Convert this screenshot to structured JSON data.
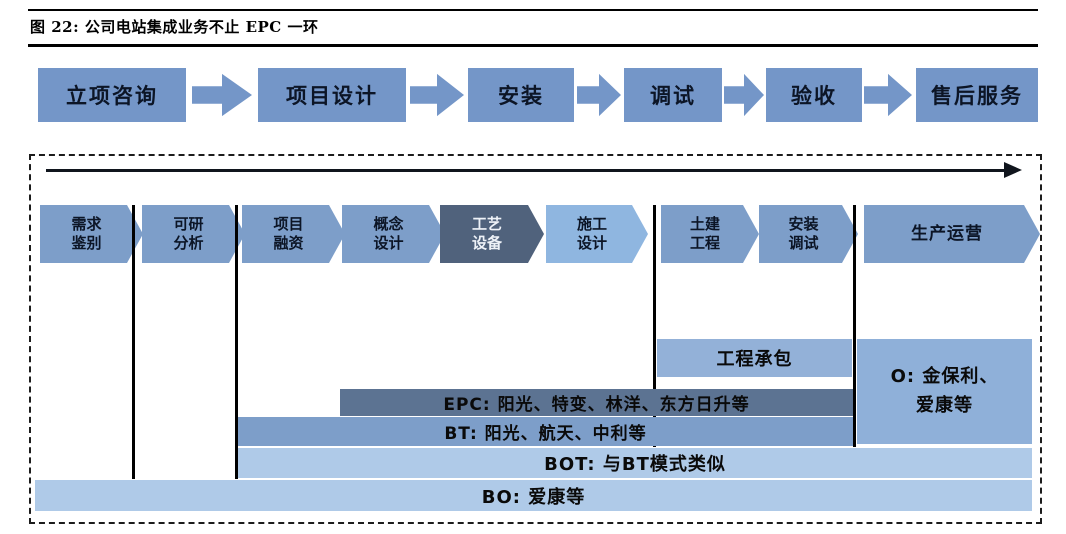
{
  "header": {
    "title": "图 22: 公司电站集成业务不止 EPC 一环"
  },
  "top_flow": {
    "steps": [
      "立项咨询",
      "项目设计",
      "安装",
      "调试",
      "验收",
      "售后服务"
    ]
  },
  "detail_flow": {
    "chevrons": [
      {
        "label": "需求\n鉴别"
      },
      {
        "label": "可研\n分析"
      },
      {
        "label": "项目\n融资"
      },
      {
        "label": "概念\n设计"
      },
      {
        "label": "工艺\n设备"
      },
      {
        "label": "施工\n设计"
      },
      {
        "label": "土建\n工程"
      },
      {
        "label": "安装\n调试"
      },
      {
        "label": "生产运营"
      }
    ],
    "bars": {
      "contracting": "工程承包",
      "o_model": "O: 金保利、\n爱康等",
      "epc": "EPC: 阳光、特变、林洋、东方日升等",
      "bt": "BT: 阳光、航天、中利等",
      "bot": "BOT: 与BT模式类似",
      "bo": "BO: 爱康等"
    }
  },
  "icons": {
    "flow_arrow": "arrow-right",
    "timeline_arrow": "arrow-right-long"
  },
  "colors": {
    "flow_blue": "#7496C8",
    "chevron_blue": "#7D9EC9",
    "chevron_dark": "#50627C",
    "chevron_light": "#8FB6E0",
    "bar_epc_dark": "#5C7392",
    "bar_light": "#AFCAE8",
    "bar_mid": "#93B1D8",
    "line_black": "#000000"
  }
}
